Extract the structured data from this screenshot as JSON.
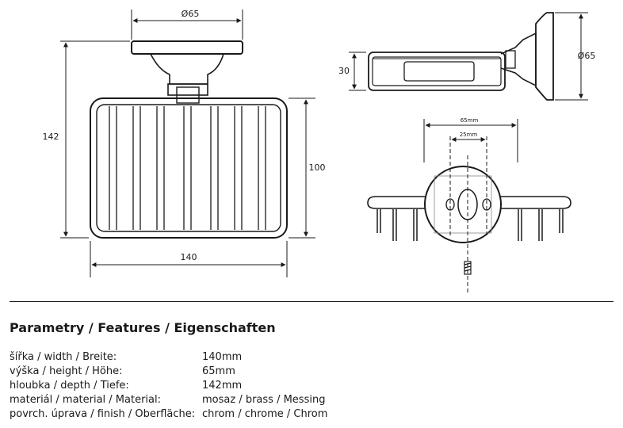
{
  "front_view": {
    "dim_top_diameter": "Ø65",
    "dim_total_height": "142",
    "dim_basket_height": "100",
    "dim_basket_width": "140"
  },
  "side_view": {
    "dim_depth": "30",
    "dim_diameter": "Ø65"
  },
  "mount_view": {
    "dim_plate": "65mm",
    "dim_holes": "25mm"
  },
  "parameters": {
    "heading": "Parametry / Features / Eigenschaften",
    "rows": [
      {
        "label": "šířka / width / Breite:",
        "value": "140mm"
      },
      {
        "label": "výška / height / Höhe:",
        "value": "65mm"
      },
      {
        "label": "hloubka / depth / Tiefe:",
        "value": "142mm"
      },
      {
        "label": "materiál / material / Material:",
        "value": "mosaz / brass / Messing"
      },
      {
        "label": "povrch. úprava / finish / Oberfläche:",
        "value": "chrom / chrome / Chrom"
      }
    ]
  }
}
